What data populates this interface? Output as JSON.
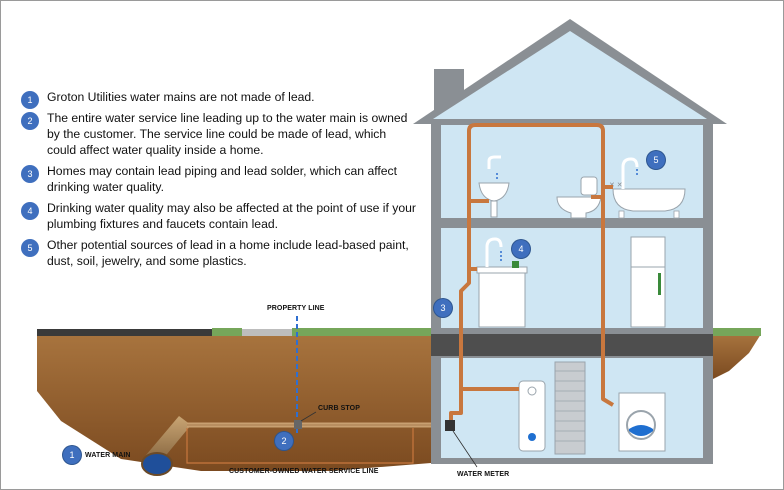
{
  "legend": [
    {
      "num": "1",
      "text": "Groton Utilities water mains are not made of lead."
    },
    {
      "num": "2",
      "text": "The entire water service line leading up to the water main is owned by the customer. The service line could be made of lead, which could affect water quality inside a home."
    },
    {
      "num": "3",
      "text": "Homes may contain lead piping and lead solder, which can affect drinking water quality."
    },
    {
      "num": "4",
      "text": "Drinking water quality may also be affected at the point of use if your plumbing fixtures and faucets contain lead."
    },
    {
      "num": "5",
      "text": "Other potential sources of lead in a home include lead-based paint, dust, soil, jewelry, and some plastics."
    }
  ],
  "labels": {
    "property_line": "PROPERTY LINE",
    "curb_stop": "CURB STOP",
    "water_main": "WATER MAIN",
    "service_line": "CUSTOMER-OWNED WATER SERVICE LINE",
    "water_meter": "WATER METER"
  },
  "badges": {
    "b1": "1",
    "b2": "2",
    "b3": "3",
    "b4": "4",
    "b5": "5"
  },
  "colors": {
    "pipe": "#c8773e",
    "house_fill": "#cfe6f3",
    "house_frame": "#8a8f94",
    "soil": "#8c5a2b",
    "badge": "#3f6fbe",
    "property_line": "#2f6fd0"
  }
}
